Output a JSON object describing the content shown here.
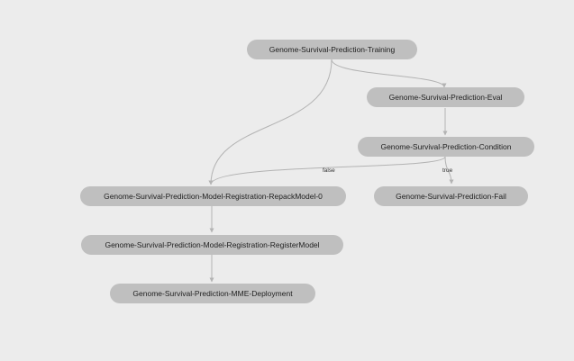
{
  "pipeline": {
    "nodes": {
      "training": "Genome-Survival-Prediction-Training",
      "eval": "Genome-Survival-Prediction-Eval",
      "condition": "Genome-Survival-Prediction-Condition",
      "repack": "Genome-Survival-Prediction-Model-Registration-RepackModel-0",
      "fail": "Genome-Survival-Prediction-Fail",
      "register": "Genome-Survival-Prediction-Model-Registration-RegisterModel",
      "deploy": "Genome-Survival-Prediction-MME-Deployment"
    },
    "edge_labels": {
      "false": "false",
      "true": "true"
    },
    "colors": {
      "background": "#ececec",
      "node_fill": "#bfbfbf",
      "edge": "#b3b3b3",
      "text": "#1f1f1f"
    }
  }
}
